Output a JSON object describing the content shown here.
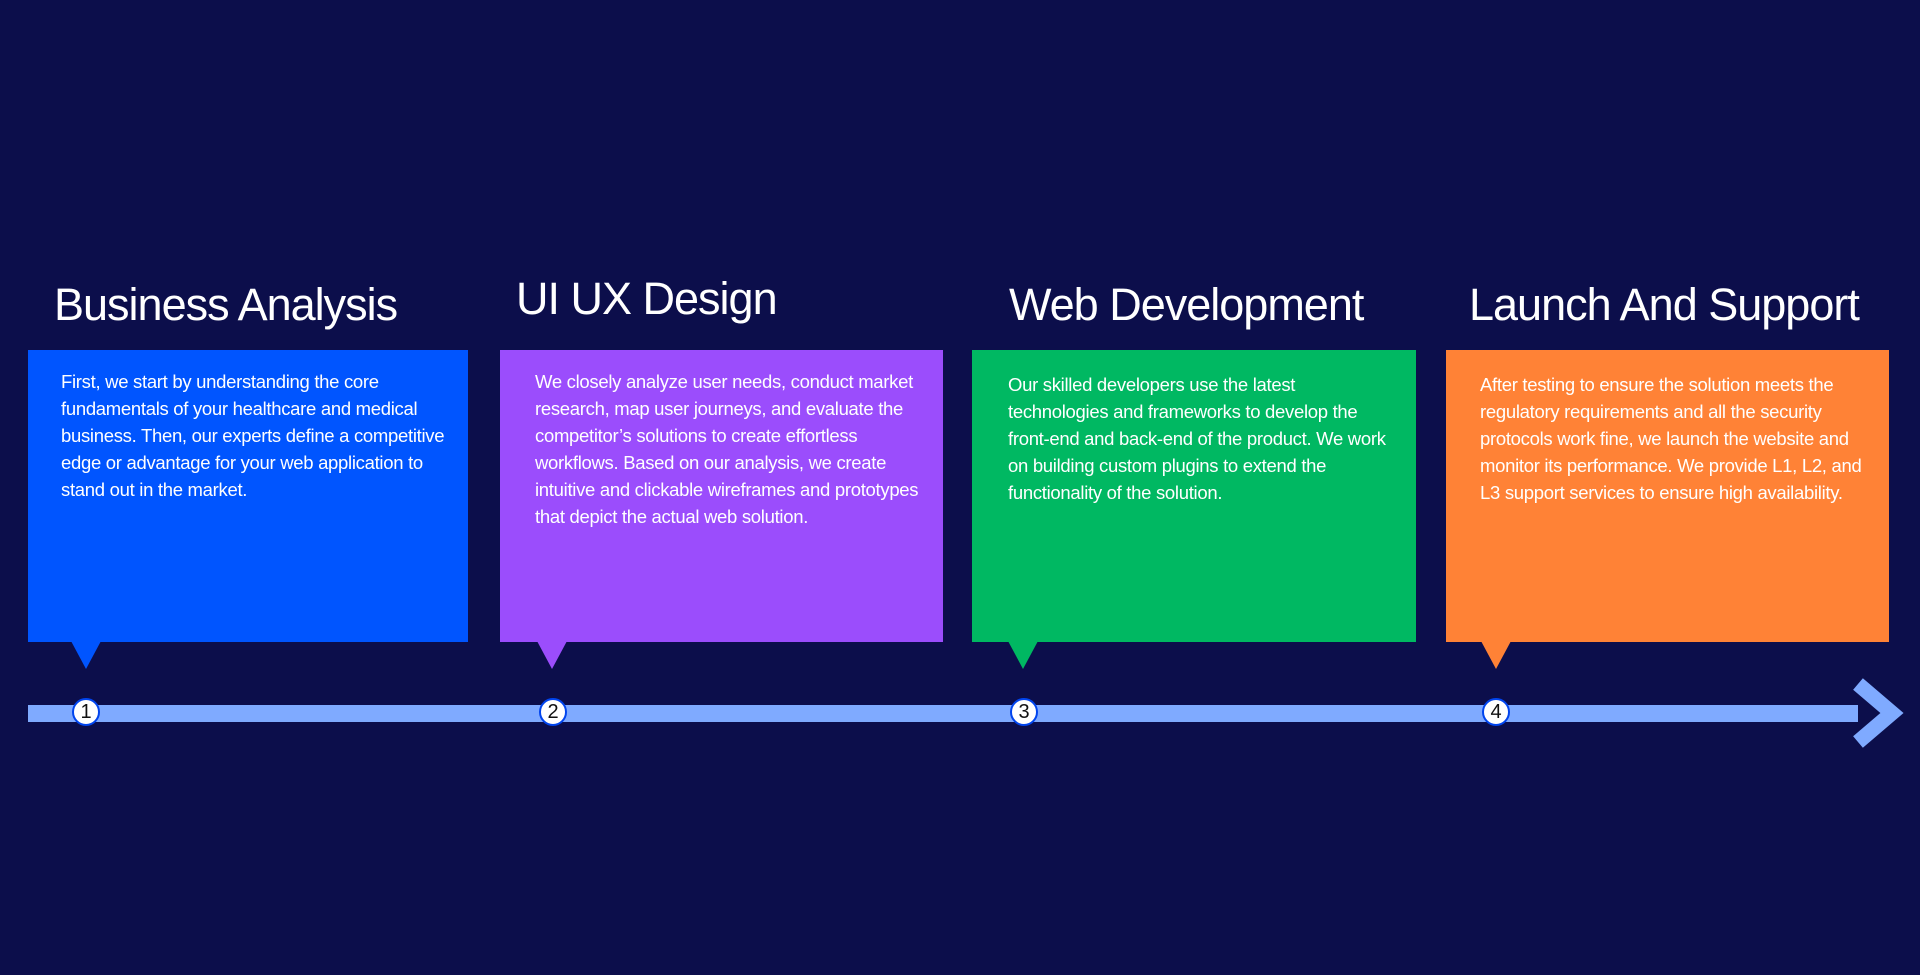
{
  "colors": {
    "background": "#0c0e4b",
    "timeline": "#7faaff",
    "step1": "#0055ff",
    "step2": "#9b4dfc",
    "step3": "#00b862",
    "step4": "#ff8236"
  },
  "steps": [
    {
      "number": "1",
      "title": "Business Analysis",
      "text": "First, we start by understanding the core fundamentals of your healthcare and medical business. Then, our experts define a competitive edge or advantage for your web application to stand out in the market."
    },
    {
      "number": "2",
      "title": "UI UX Design",
      "text": "We closely analyze user needs, conduct market research, map user journeys, and evaluate the competitor’s solutions to create effortless workflows. Based on our analysis, we create intuitive and clickable wireframes and prototypes that depict the actual web solution."
    },
    {
      "number": "3",
      "title": "Web Development",
      "text": "Our skilled developers use the latest technologies and frameworks to develop the front-end and back-end of the product. We work on building custom plugins to extend the functionality of the solution."
    },
    {
      "number": "4",
      "title": "Launch And Support",
      "text": "After testing to ensure the solution meets the regulatory requirements and all the security protocols work fine, we launch the website and monitor its performance. We provide L1, L2, and L3 support services to ensure high availability."
    }
  ]
}
